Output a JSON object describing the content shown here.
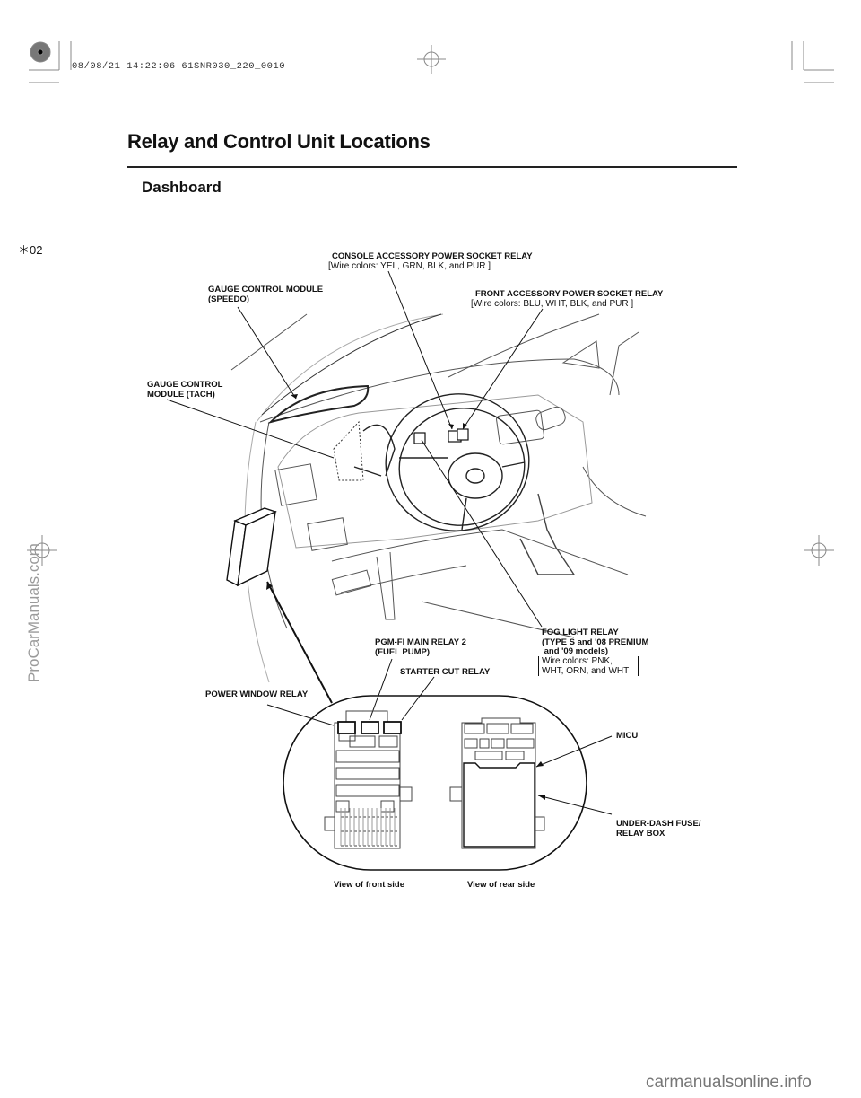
{
  "header": {
    "print_stamp": "08/08/21 14:22:06 61SNR030_220_0010",
    "page_marker": "＊02"
  },
  "page": {
    "title": "Relay and Control Unit Locations",
    "section": "Dashboard"
  },
  "labels": {
    "console_relay": "CONSOLE ACCESSORY POWER SOCKET RELAY",
    "console_wires": "[Wire colors: YEL, GRN, BLK, and PUR ]",
    "front_relay": "FRONT ACCESSORY POWER SOCKET RELAY",
    "front_wires": "[Wire colors: BLU, WHT, BLK, and PUR ]",
    "gauge_speedo": "GAUGE CONTROL MODULE\n(SPEEDO)",
    "gauge_tach": "GAUGE CONTROL\nMODULE (TACH)",
    "fog_relay": "FOG LIGHT RELAY\n(TYPE S and '08 PREMIUM\n and '09 models)",
    "fog_wires": "Wire colors: PNK,\nWHT, ORN, and WHT",
    "pgm_fi": "PGM-FI MAIN RELAY 2\n(FUEL PUMP)",
    "starter_cut": "STARTER CUT RELAY",
    "power_window": "POWER WINDOW RELAY",
    "micu": "MICU",
    "under_dash": "UNDER-DASH FUSE/\nRELAY BOX",
    "view_front": "View of front side",
    "view_rear": "View of rear side"
  },
  "watermarks": {
    "side": "ProCarManuals.com",
    "bottom": "carmanualsonline.info"
  }
}
